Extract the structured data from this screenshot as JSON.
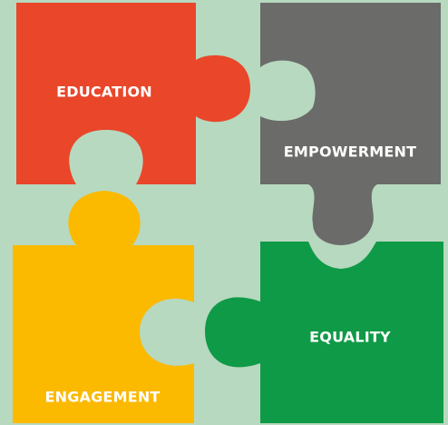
{
  "background": "#b7d9bf",
  "pieces": [
    {
      "id": "education",
      "label": "EDUCATION",
      "color": "#e9462a"
    },
    {
      "id": "empowerment",
      "label": "EMPOWERMENT",
      "color": "#6b6b69"
    },
    {
      "id": "engagement",
      "label": "ENGAGEMENT",
      "color": "#fbb900"
    },
    {
      "id": "equality",
      "label": "EQUALITY",
      "color": "#0f9a47"
    }
  ]
}
